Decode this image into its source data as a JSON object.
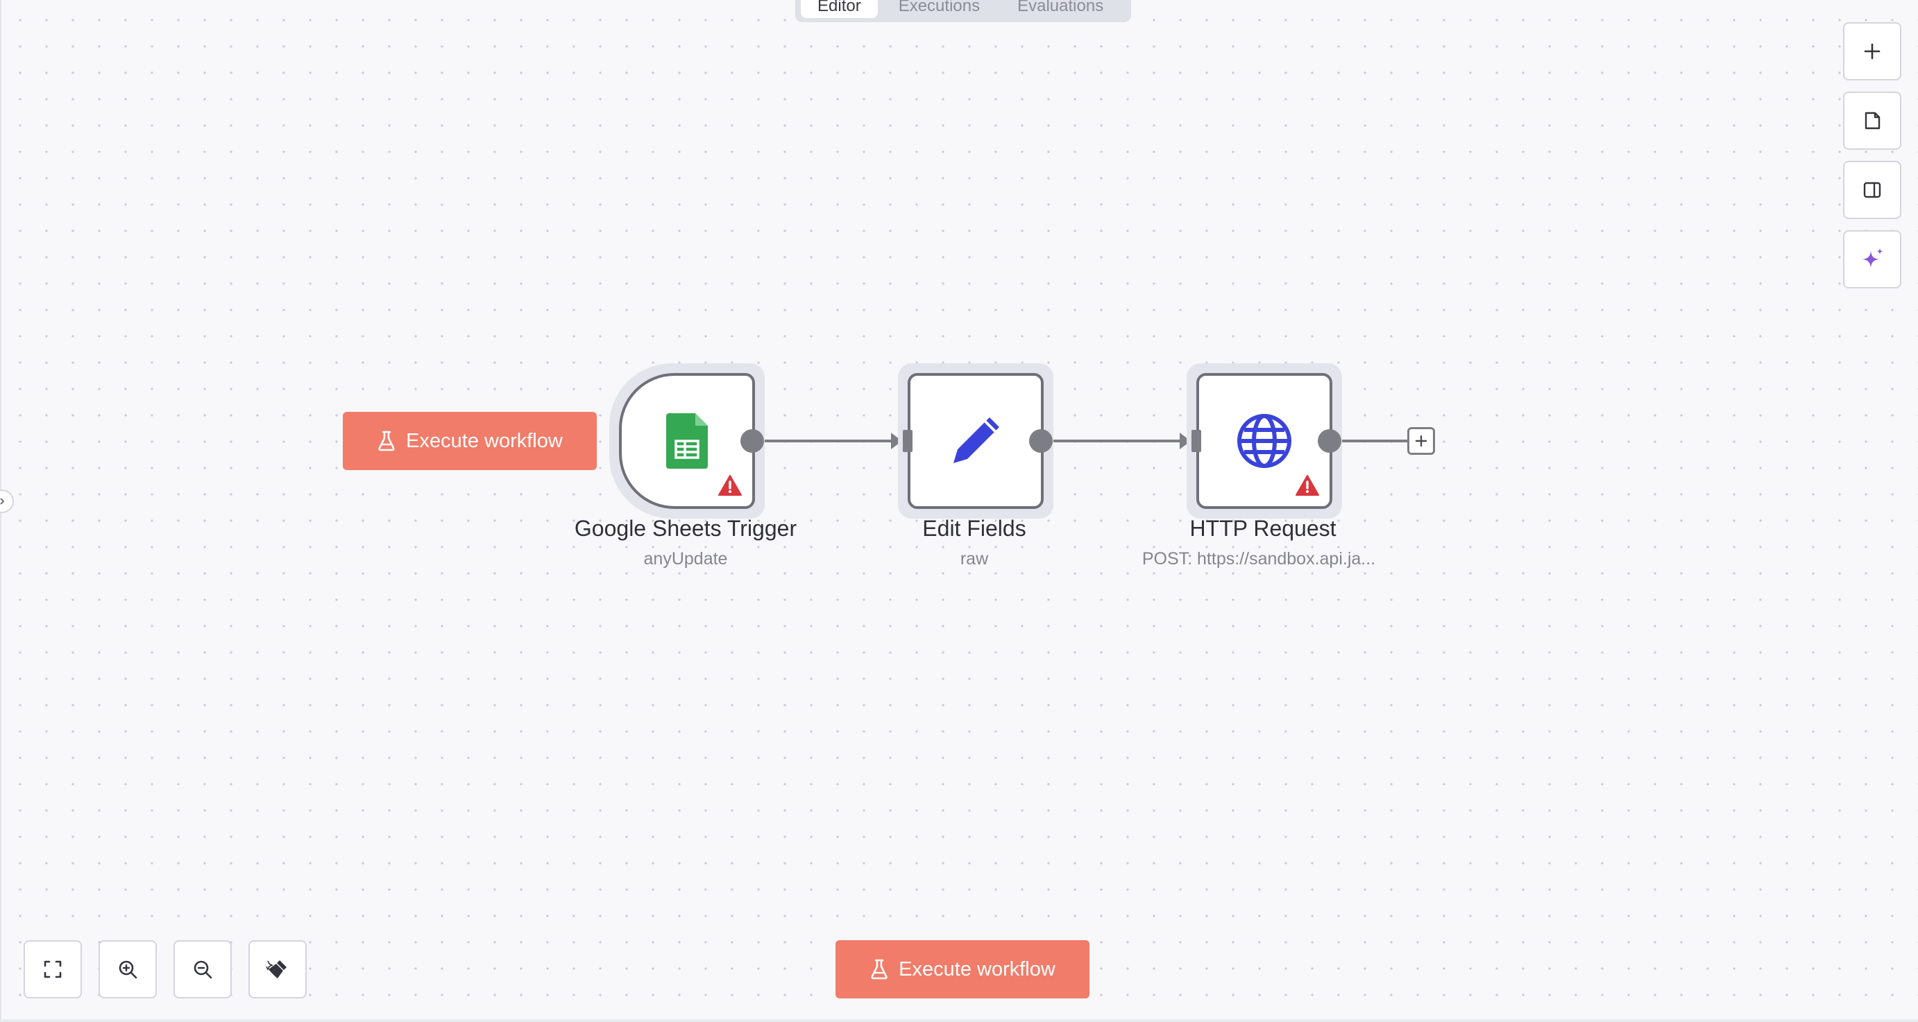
{
  "tabs": [
    {
      "label": "Editor",
      "active": true
    },
    {
      "label": "Executions",
      "active": false
    },
    {
      "label": "Evaluations",
      "active": false
    }
  ],
  "execute_label": "Execute workflow",
  "nodes": [
    {
      "title": "Google Sheets Trigger",
      "subtitle": "anyUpdate",
      "icon": "google-sheets-icon",
      "warning": true
    },
    {
      "title": "Edit Fields",
      "subtitle": "raw",
      "icon": "pencil-icon",
      "warning": false
    },
    {
      "title": "HTTP Request",
      "subtitle": "POST: https://sandbox.api.ja...",
      "icon": "globe-icon",
      "warning": true
    }
  ],
  "right_toolbar": [
    "plus-icon",
    "sticky-note-icon",
    "panel-icon",
    "ai-sparkle-icon"
  ],
  "bottom_toolbar": [
    "fit-view-icon",
    "zoom-in-icon",
    "zoom-out-icon",
    "tidy-up-icon"
  ],
  "colors": {
    "execute": "#f07c69",
    "sheets_green": "#34a853",
    "node_icon_blue": "#3a43d9",
    "warning_red": "#d9363e",
    "ai_purple": "#8a55d8"
  }
}
